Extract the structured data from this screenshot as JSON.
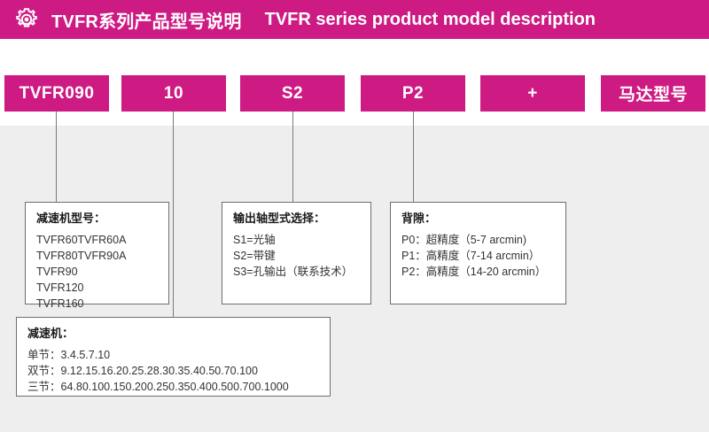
{
  "header": {
    "icon": "gear-icon",
    "title_cn": "TVFR系列产品型号说明",
    "title_en": "TVFR series product model description",
    "background_color": "#cd1b83",
    "text_color": "#ffffff"
  },
  "colors": {
    "accent": "#cd1b83",
    "panel": "#eeeeee",
    "box_border": "#6e6e6e",
    "line": "#7a7a7a"
  },
  "model_code": {
    "segments": [
      {
        "label": "TVFR090"
      },
      {
        "label": "10"
      },
      {
        "label": "S2"
      },
      {
        "label": "P2"
      },
      {
        "label": "+"
      },
      {
        "label": "马达型号"
      }
    ]
  },
  "info_boxes": {
    "gearbox_model": {
      "title": "减速机型号：",
      "rows": [
        {
          "col1": "TVFR60",
          "col2": "TVFR60A"
        },
        {
          "col1": "TVFR80",
          "col2": "TVFR90A"
        },
        {
          "col1": "TVFR90",
          "col2": ""
        },
        {
          "col1": "TVFR120",
          "col2": ""
        },
        {
          "col1": "TVFR160",
          "col2": ""
        }
      ]
    },
    "output_shaft": {
      "title": "输出轴型式选择：",
      "lines": [
        "S1=光轴",
        "S2=带键",
        "S3=孔输出（联系技术）"
      ]
    },
    "backlash": {
      "title": "背隙：",
      "lines": [
        "P0：超精度（5-7 arcmin)",
        "P1：高精度（7-14 arcmin）",
        "P2：高精度（14-20 arcmin）"
      ]
    },
    "ratios": {
      "title": "减速机：",
      "lines": [
        "单节：3.4.5.7.10",
        "双节：9.12.15.16.20.25.28.30.35.40.50.70.100",
        "三节：64.80.100.150.200.250.350.400.500.700.1000"
      ]
    }
  }
}
